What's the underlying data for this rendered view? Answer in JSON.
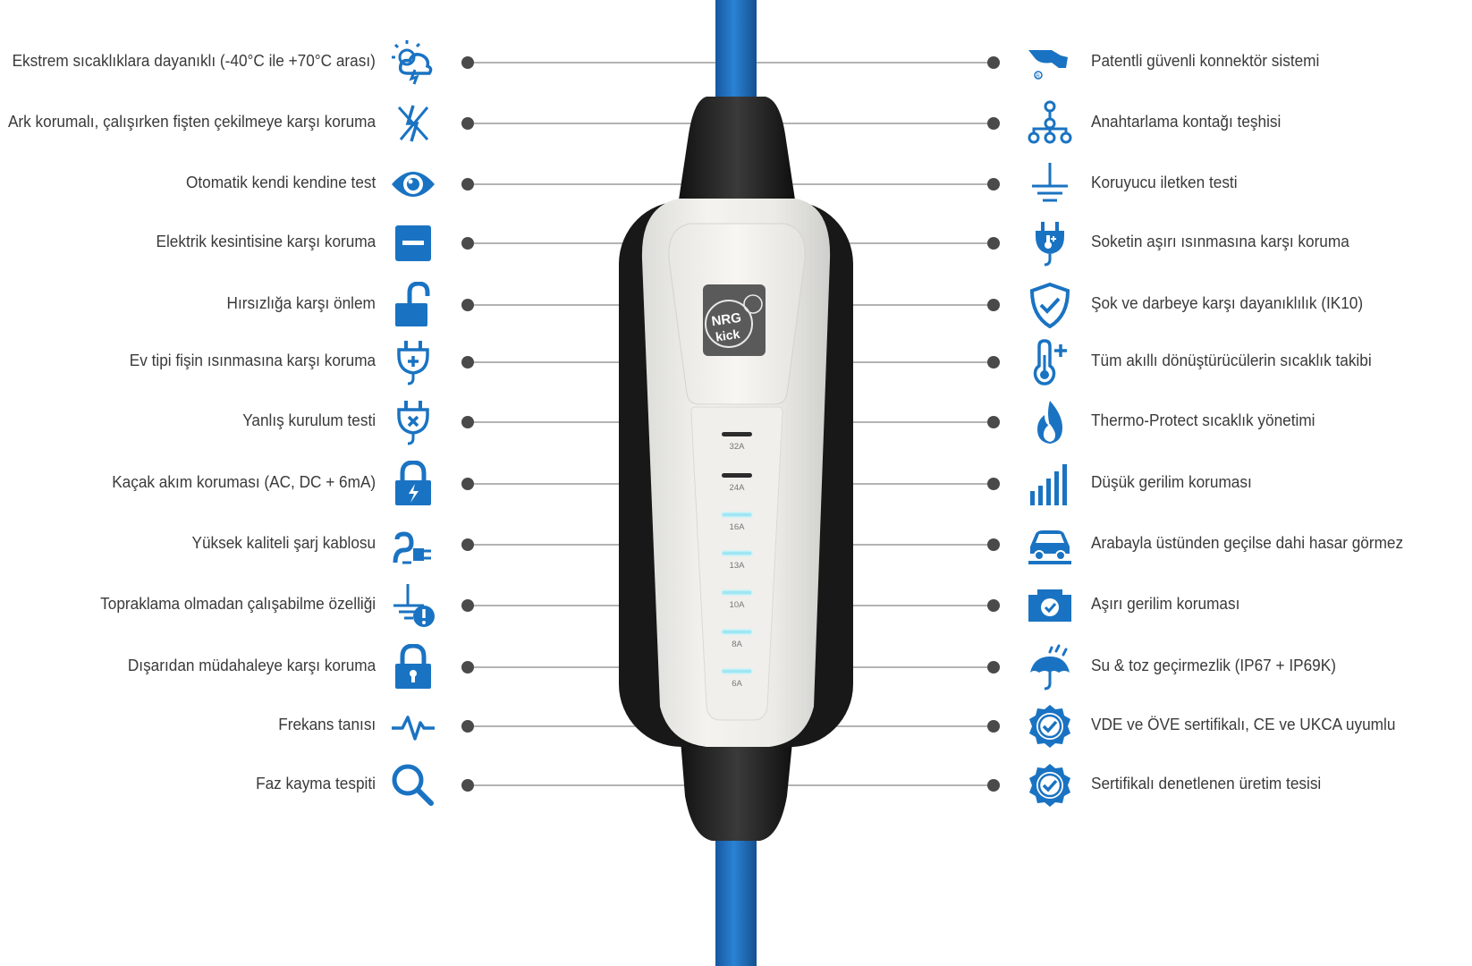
{
  "colors": {
    "icon_blue": "#1a73c2",
    "cable_blue": "#1f6fc0",
    "line_gray": "#9a9a9a",
    "dot_dark": "#4a4a4a",
    "text": "#3a3a3a"
  },
  "device": {
    "logo_line1": "NRG",
    "logo_line2": "kick",
    "levels": [
      {
        "label": "32A",
        "lit": false
      },
      {
        "label": "24A",
        "lit": false
      },
      {
        "label": "16A",
        "lit": true
      },
      {
        "label": "13A",
        "lit": true
      },
      {
        "label": "10A",
        "lit": true
      },
      {
        "label": "8A",
        "lit": true
      },
      {
        "label": "6A",
        "lit": true
      }
    ]
  },
  "left_features": [
    {
      "label": "Ekstrem sıcaklıklara dayanıklı (-40°C ile +70°C arası)",
      "icon": "weather-storm-icon"
    },
    {
      "label": "Ark korumalı, çalışırken fişten çekilmeye karşı koruma",
      "icon": "arc-spark-icon"
    },
    {
      "label": "Otomatik kendi kendine test",
      "icon": "eye-icon"
    },
    {
      "label": "Elektrik kesintisine karşı koruma",
      "icon": "minus-box-icon"
    },
    {
      "label": "Hırsızlığa karşı önlem",
      "icon": "unlocked-padlock-icon"
    },
    {
      "label": "Ev tipi fişin ısınmasına karşı koruma",
      "icon": "plug-plus-icon"
    },
    {
      "label": "Yanlış kurulum testi",
      "icon": "plug-cross-icon"
    },
    {
      "label": "Kaçak akım koruması (AC, DC + 6mA)",
      "icon": "padlock-bolt-icon"
    },
    {
      "label": "Yüksek kaliteli şarj kablosu",
      "icon": "cable-plug-icon"
    },
    {
      "label": "Topraklama olmadan çalışabilme özelliği",
      "icon": "ground-warning-icon"
    },
    {
      "label": "Dışarıdan müdahaleye karşı koruma",
      "icon": "padlock-icon"
    },
    {
      "label": "Frekans tanısı",
      "icon": "pulse-wave-icon"
    },
    {
      "label": "Faz kayma tespiti",
      "icon": "magnifier-icon"
    }
  ],
  "right_features": [
    {
      "label": "Patentli güvenli konnektör sistemi",
      "icon": "connector-icon"
    },
    {
      "label": "Anahtarlama kontağı teşhisi",
      "icon": "switch-tree-icon"
    },
    {
      "label": "Koruyucu iletken testi",
      "icon": "ground-symbol-icon"
    },
    {
      "label": "Soketin aşırı ısınmasına karşı koruma",
      "icon": "plug-thermometer-icon"
    },
    {
      "label": "Şok ve darbeye karşı dayanıklılık (IK10)",
      "icon": "shield-check-icon"
    },
    {
      "label": "Tüm akıllı dönüştürücülerin sıcaklık takibi",
      "icon": "thermometer-plus-icon"
    },
    {
      "label": "Thermo-Protect sıcaklık yönetimi",
      "icon": "flame-icon"
    },
    {
      "label": "Düşük gerilim koruması",
      "icon": "bar-levels-icon"
    },
    {
      "label": "Arabayla üstünden geçilse dahi hasar görmez",
      "icon": "car-over-icon"
    },
    {
      "label": "Aşırı gerilim koruması",
      "icon": "overvoltage-box-icon"
    },
    {
      "label": "Su & toz geçirmezlik (IP67 + IP69K)",
      "icon": "umbrella-rain-icon"
    },
    {
      "label": "VDE ve ÖVE sertifikalı, CE ve UKCA uyumlu",
      "icon": "certified-badge-icon"
    },
    {
      "label": "Sertifikalı denetlenen üretim tesisi",
      "icon": "certified-badge-icon"
    }
  ]
}
